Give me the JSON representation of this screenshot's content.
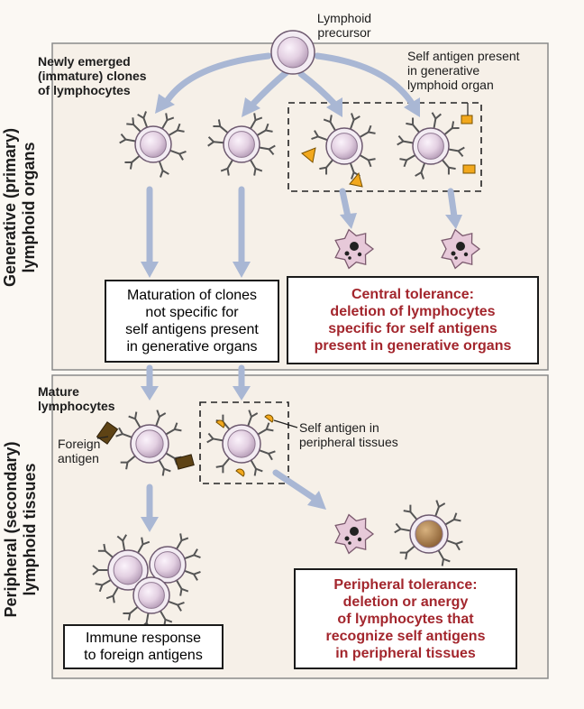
{
  "labels": {
    "lymphoid_precursor": "Lymphoid\nprecursor",
    "newly_emerged": "Newly emerged\n(immature) clones\nof lymphocytes",
    "self_antigen_generative": "Self antigen present\nin generative\nlymphoid organ",
    "generative_region": "Generative (primary)\nlymphoid organs",
    "peripheral_region": "Peripheral (secondary)\nlymphoid tissues",
    "mature_lymphocytes": "Mature\nlymphocytes",
    "self_antigen_peripheral": "Self antigen in\nperipheral tissues",
    "foreign_antigen": "Foreign\nantigen"
  },
  "boxes": {
    "maturation": "Maturation of clones\nnot specific for\nself antigens present\nin generative organs",
    "central_tolerance": "Central tolerance:\ndeletion of lymphocytes\nspecific for self antigens\npresent in generative organs",
    "immune_response": "Immune response\nto foreign antigens",
    "peripheral_tolerance": "Peripheral tolerance:\ndeletion or anergy\nof lymphocytes that\nrecognize self antigens\nin peripheral tissues"
  },
  "colors": {
    "cell_fill": "#e4d3e3",
    "cell_edge": "#6e5a70",
    "apoptotic_fill": "#e7c9d9",
    "arrow": "#a9b7d4",
    "self_antigen": "#f2a81d",
    "foreign_antigen": "#5e4315",
    "anergic_nucleus": "#a87a4e",
    "tolerance_text": "#a3262d"
  }
}
